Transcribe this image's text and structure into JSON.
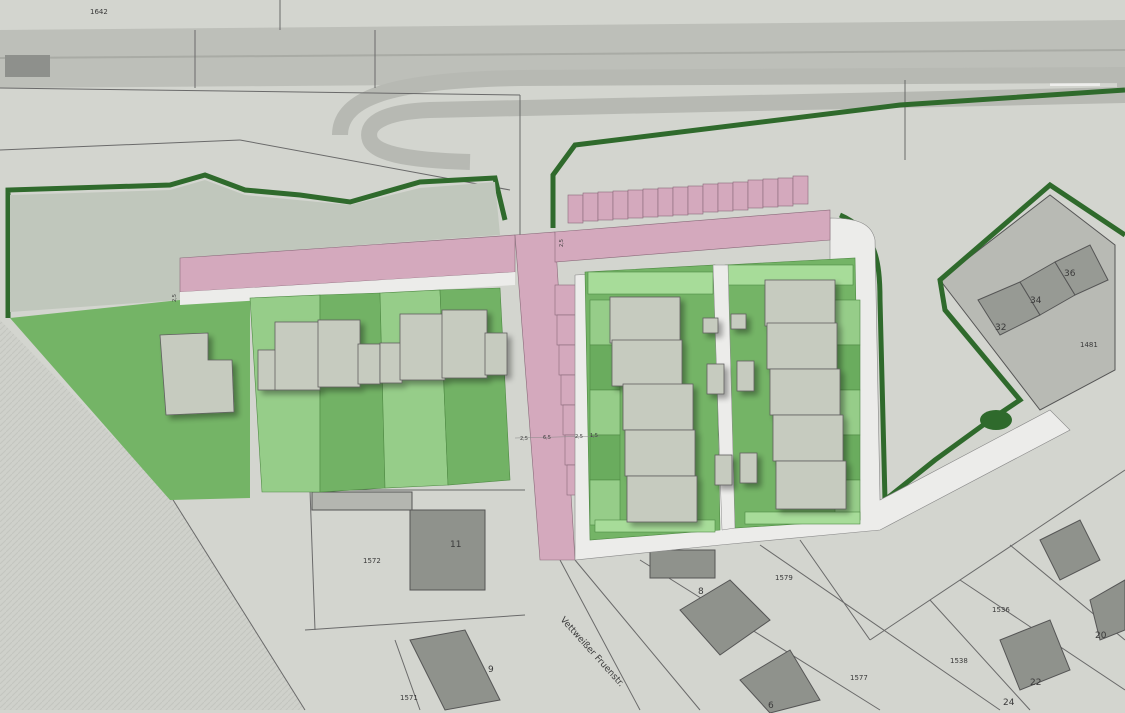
{
  "colors": {
    "background": "#d4d6d0",
    "field": "#c9cbc4",
    "parcel_line": "#5c5c5c",
    "boundary": "#2f6a2c",
    "road": "#d4a9bd",
    "path": "#ececea",
    "lawn_light": "#9dd38f",
    "lawn_dark": "#6aac5e",
    "building": "#c6cbbf"
  },
  "parcel_labels": {
    "p1642": "1642",
    "p1572": "1572",
    "p1579": "1579",
    "p1481": "1481",
    "p1536": "1536",
    "p1538": "1538",
    "p1577": "1577",
    "p1571": "1571"
  },
  "house_numbers": {
    "h11": "11",
    "h9": "9",
    "h8": "8",
    "h6": "6",
    "h32": "32",
    "h34": "34",
    "h36": "36",
    "h20": "20",
    "h22": "22",
    "h24": "24"
  },
  "street": {
    "name": "Vettweißer Fruenstr."
  },
  "dimensions": {
    "d1": "2,5",
    "d2": "6,5",
    "d3": "2,5",
    "d4": "1,5",
    "d5": "2,5",
    "d6": "2,5"
  },
  "icons": {
    "map": "map-canvas"
  }
}
